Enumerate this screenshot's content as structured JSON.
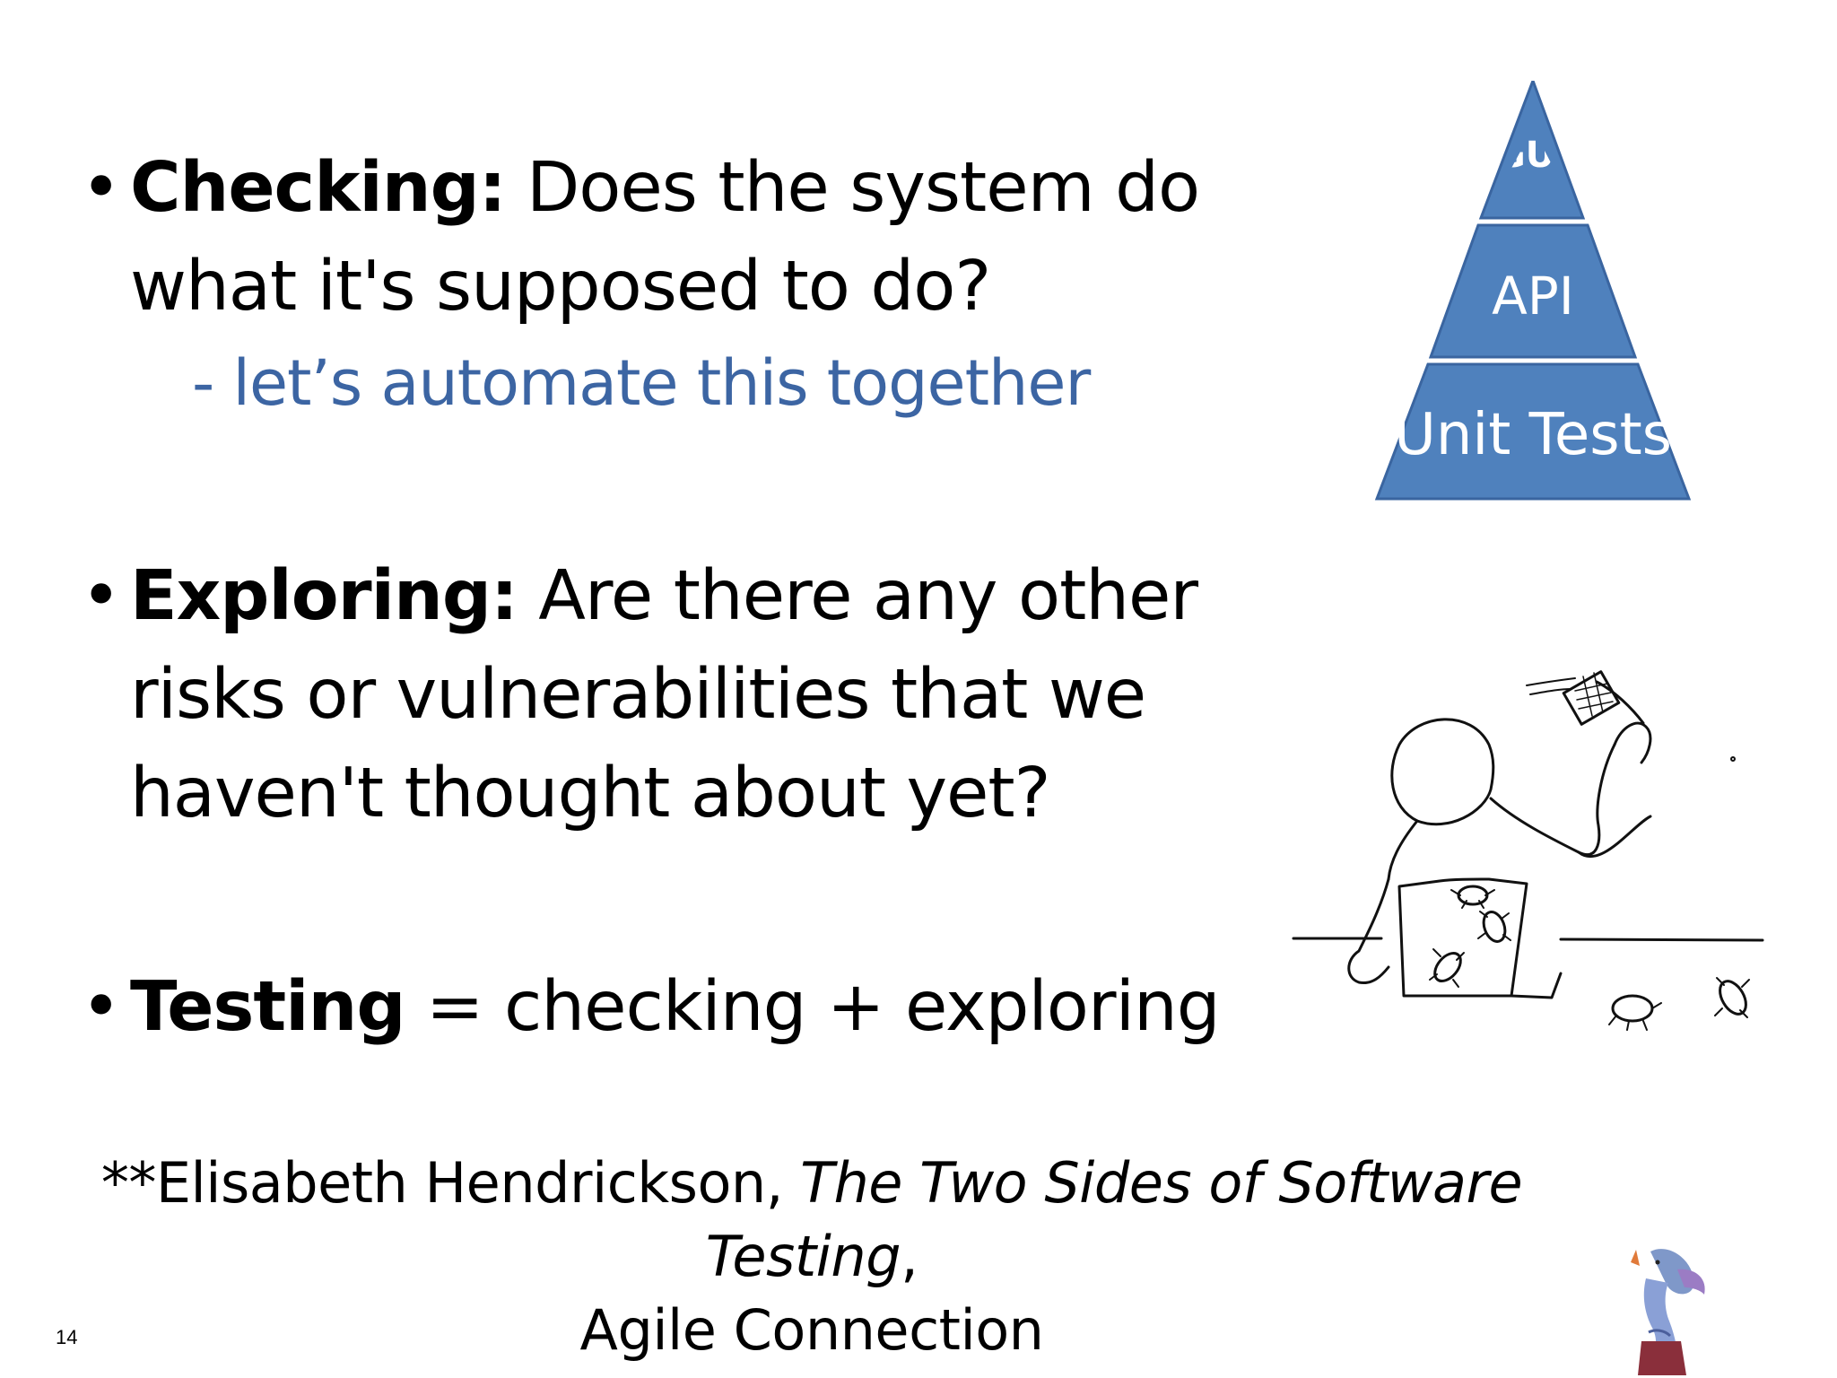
{
  "bullets": [
    {
      "marker": "•",
      "term": "Checking:",
      "text": " Does the system do what it's supposed to do?"
    },
    {
      "marker": "•",
      "term": "Exploring:",
      "text": " Are there any other risks or vulnerabilities that we haven't thought about yet?"
    },
    {
      "marker": "•",
      "term": "Testing",
      "text": " = checking + exploring"
    }
  ],
  "sub_note": "- let’s automate this together",
  "pyramid": {
    "top_label": "GUI",
    "middle_label": "API",
    "bottom_label": "Unit Tests",
    "fill_color": "#4f81bd",
    "edge_color": "#3a65a0"
  },
  "citation": {
    "prefix": "**Elisabeth Hendrickson, ",
    "title": "The Two Sides of Software Testing",
    "suffix": ",",
    "line2": "Agile Connection"
  },
  "page_number": "14",
  "accent_color": "#3c65a3",
  "icons": {
    "cartoon": "tester-swatting-bugs-illustration",
    "mascot": "dragon-mascot-logo"
  }
}
